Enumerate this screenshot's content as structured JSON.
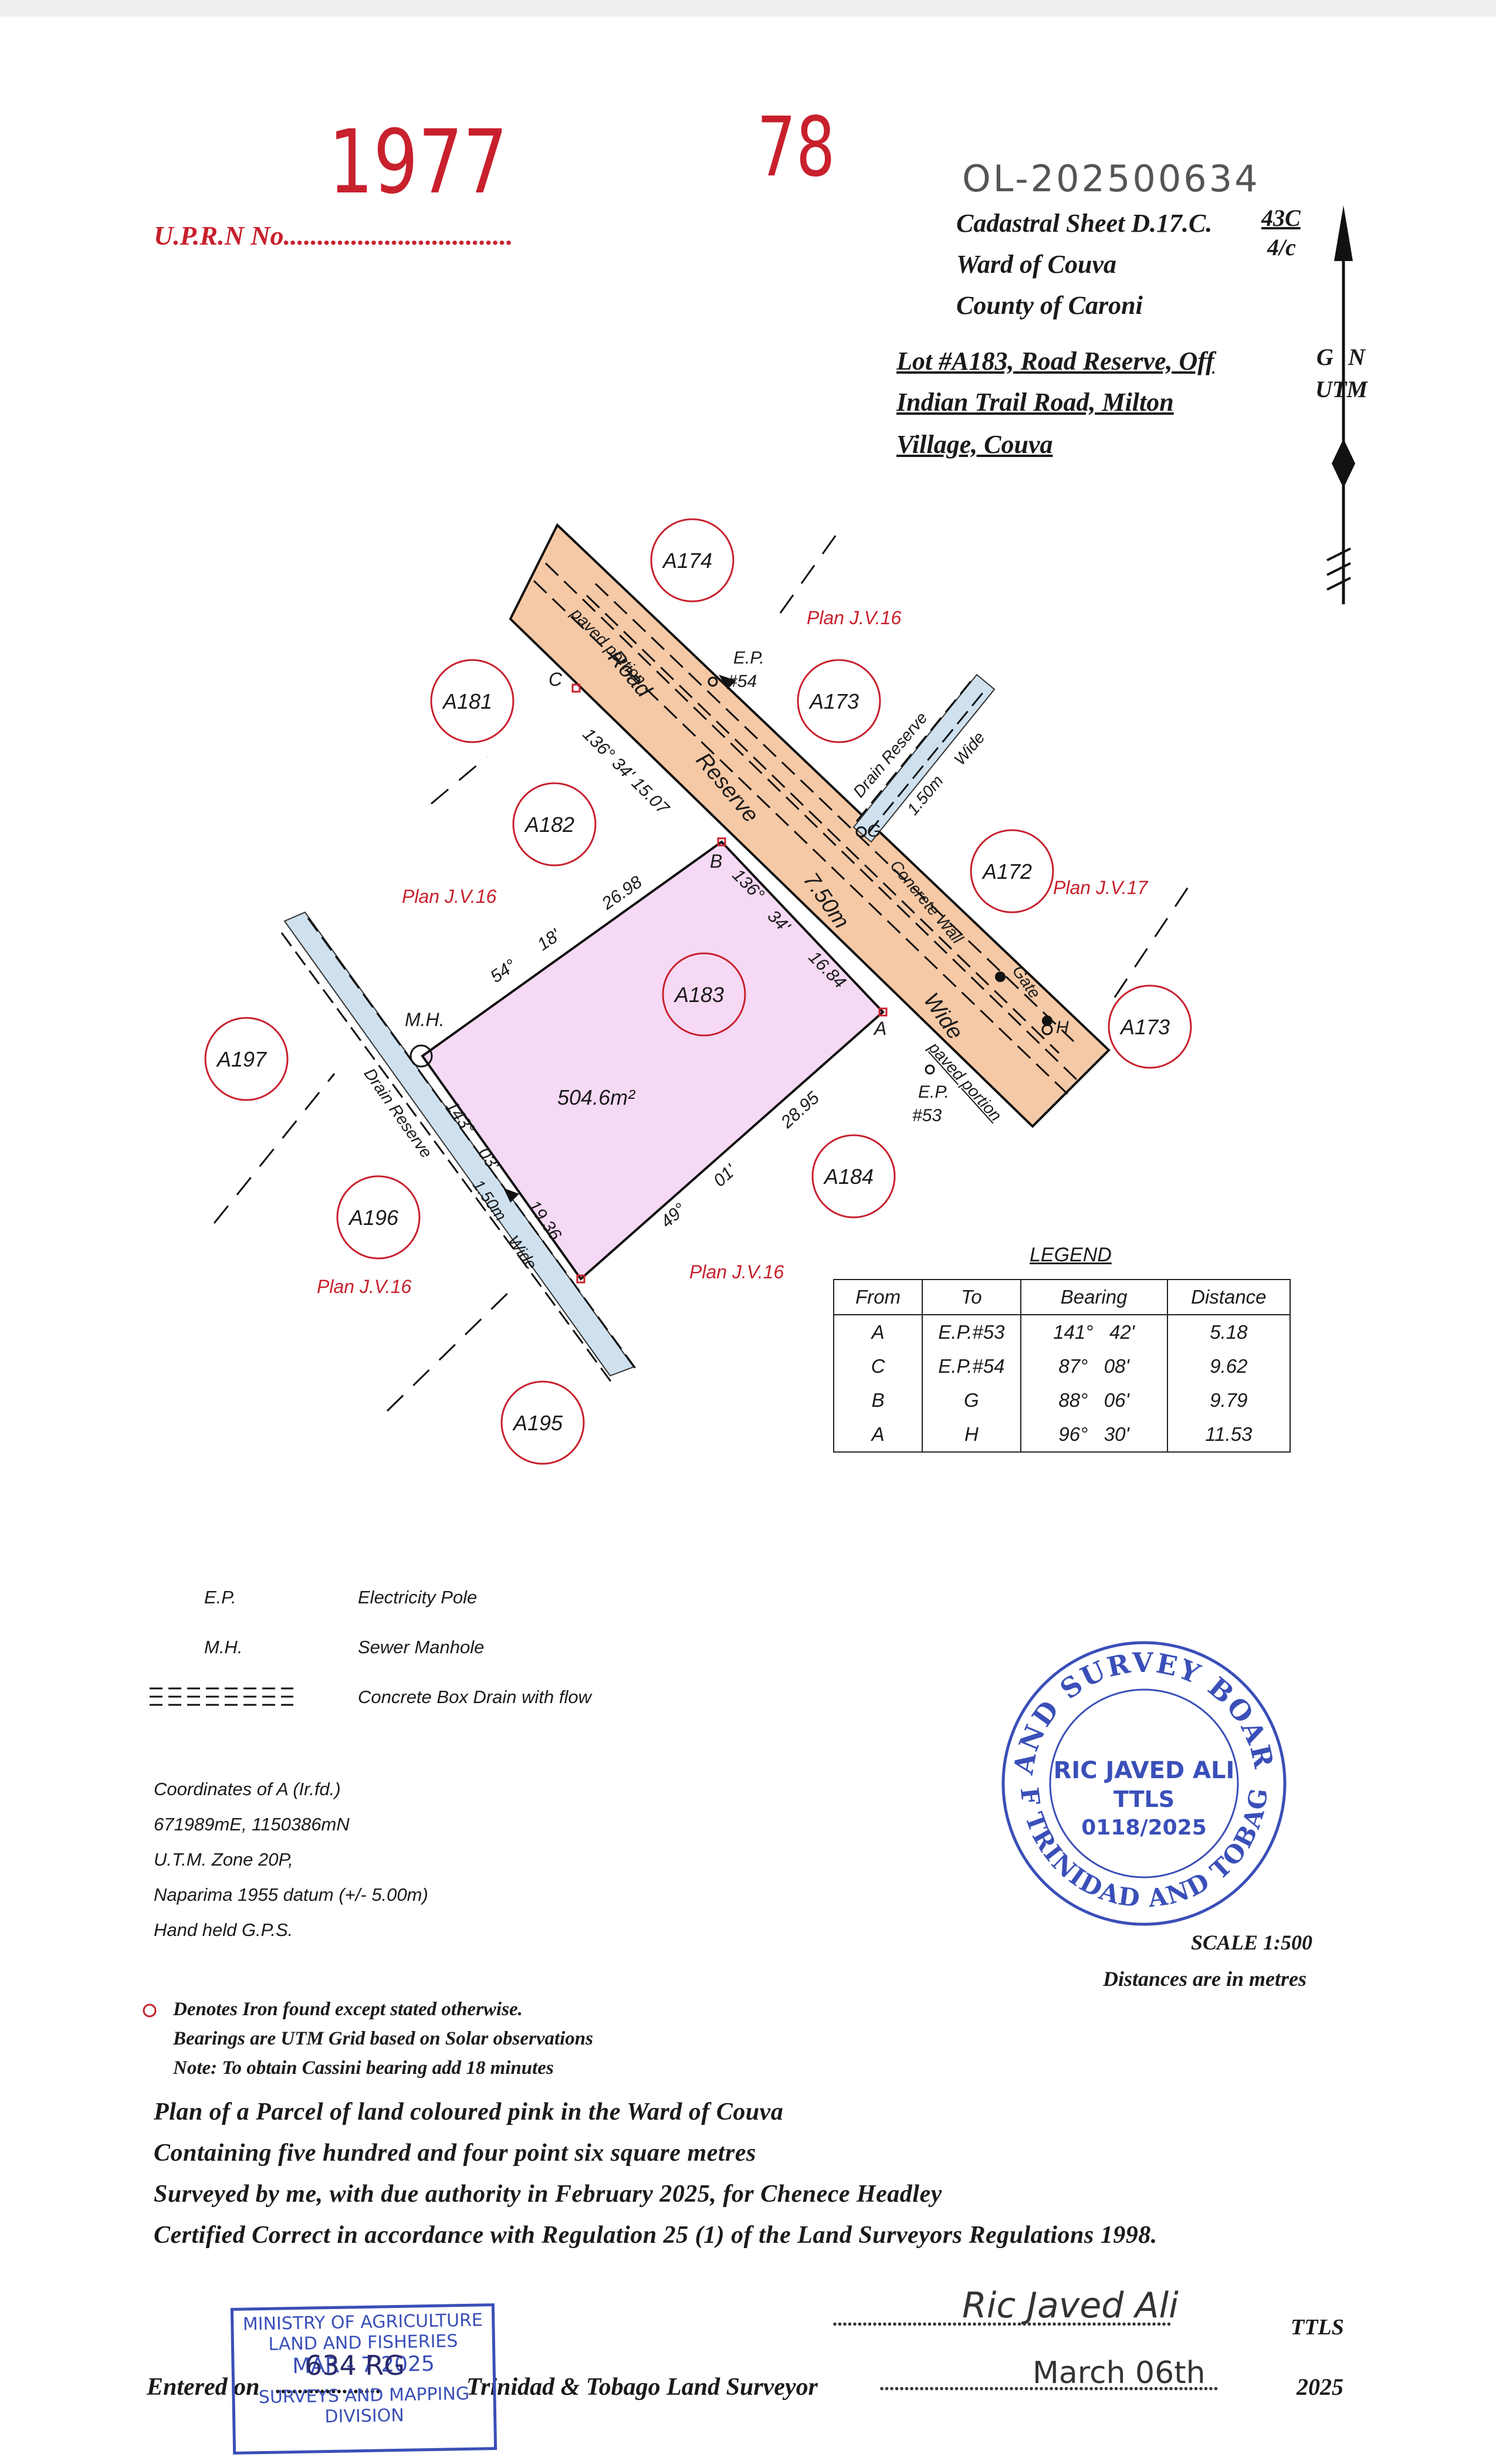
{
  "handwritten": {
    "year_number": "1977",
    "sheet_number": "78",
    "reference": "OL-202500634"
  },
  "header": {
    "uprn_label": "U.P.R.N No.",
    "uprn_dots": ".................................",
    "cadastral_sheet": "Cadastral Sheet D.17.C.",
    "sheet_fraction_top": "43C",
    "sheet_fraction_bottom": "4/c",
    "ward": "Ward of Couva",
    "county": "County of Caroni",
    "lot_line1": "Lot #A183, Road Reserve, Off",
    "lot_line2": "Indian Trail Road, Milton",
    "lot_line3": "Village, Couva"
  },
  "north_arrow": {
    "g": "G",
    "n": "N",
    "utm": "UTM"
  },
  "map": {
    "lots": [
      "A174",
      "A181",
      "A173",
      "A182",
      "A172",
      "A183",
      "A173",
      "A197",
      "A184",
      "A196",
      "A195"
    ],
    "plans": [
      "Plan J.V.16",
      "Plan J.V.16",
      "Plan J.V.17",
      "Plan J.V.16",
      "Plan J.V.16"
    ],
    "points": {
      "a": "A",
      "b": "B",
      "c": "C",
      "g": "G",
      "h": "H",
      "mh": "M.H."
    },
    "ep54": "E.P.",
    "ep54_num": "#54",
    "ep53": "E.P.",
    "ep53_num": "#53",
    "road_paved_top": "paved portion",
    "road": "Road",
    "reserve": "Reserve",
    "road_width": "7.50m",
    "wide": "Wide",
    "paved_portion_bottom": "paved portion",
    "concrete_wall": "Concrete Wall",
    "gate": "Gate",
    "drain_reserve_top": "Drain Reserve",
    "drain_top_width": "1.50m",
    "drain_top_wide": "Wide",
    "drain_reserve_left": "Drain Reserve",
    "drain_left_width": "1.50m",
    "drain_left_wide": "Wide",
    "area": "504.6m²",
    "bearing_cb": "136° 34' 15.07",
    "bearing_mhb_deg": "54°",
    "bearing_mhb_min": "18'",
    "bearing_mhb_dist": "26.98",
    "bearing_ba_deg": "136°",
    "bearing_ba_min": "34'",
    "bearing_ba_dist": "16.84",
    "bearing_a_dist": "28.95",
    "bearing_a_min": "01'",
    "bearing_a_deg": "49°",
    "bearing_mh_deg": "143°",
    "bearing_mh_min": "03'",
    "bearing_mh_dist": "19.36"
  },
  "legend": {
    "title": "LEGEND",
    "headers": [
      "From",
      "To",
      "Bearing",
      "Distance"
    ],
    "rows": [
      {
        "from": "A",
        "to": "E.P.#53",
        "deg": "141°",
        "min": "42'",
        "dist": "5.18"
      },
      {
        "from": "C",
        "to": "E.P.#54",
        "deg": "87°",
        "min": "08'",
        "dist": "9.62"
      },
      {
        "from": "B",
        "to": "G",
        "deg": "88°",
        "min": "06'",
        "dist": "9.79"
      },
      {
        "from": "A",
        "to": "H",
        "deg": "96°",
        "min": "30'",
        "dist": "11.53"
      }
    ]
  },
  "symbols": {
    "ep": "E.P.",
    "ep_desc": "Electricity Pole",
    "mh": "M.H.",
    "mh_desc": "Sewer Manhole",
    "drain_desc": "Concrete Box Drain with flow"
  },
  "coordinates": [
    "Coordinates of A (Ir.fd.)",
    "671989mE, 1150386mN",
    "U.T.M. Zone 20P,",
    "Naparima 1955 datum (+/- 5.00m)",
    "Hand held G.P.S."
  ],
  "seal": {
    "top_arc": "LAND SURVEY BOARD",
    "bottom_arc": "OF TRINIDAD AND TOBAGO",
    "name": "RIC JAVED ALI",
    "title": "TTLS",
    "number": "0118/2025"
  },
  "scale": {
    "scale": "SCALE 1:500",
    "units": "Distances are in metres"
  },
  "notes": [
    "Denotes Iron found except stated otherwise.",
    "Bearings are UTM Grid based on Solar observations",
    "Note: To obtain Cassini bearing add 18 minutes"
  ],
  "plan_text": [
    "Plan of a Parcel of land coloured pink in the Ward of Couva",
    "Containing five hundred and four point six square metres",
    "Surveyed by me, with due authority in February 2025, for Chenece Headley",
    "Certified Correct in accordance with Regulation 25 (1) of the Land Surveyors Regulations 1998."
  ],
  "signature": {
    "dots": "....................................................................",
    "signature": "Ric Javed Ali",
    "ttls": "TTLS",
    "entered": "Entered on",
    "entered_dots": "...................",
    "surveyor": "Trinidad & Tobago Land Surveyor",
    "date_dots": "....................................................................",
    "date_hw": "March 06th",
    "year": "2025"
  },
  "ministry_stamp": {
    "line1": "MINISTRY OF AGRICULTURE",
    "line2": "LAND AND FISHERIES",
    "date": "MAR - 7 2025",
    "line3": "SURVEYS AND MAPPING",
    "line4": "DIVISION",
    "handwritten": "634 RG"
  },
  "colors": {
    "road_fill": "#f6c9a6",
    "parcel_fill": "#f6d9f4",
    "drain_fill": "#cfe1ef",
    "red": "#c8202c",
    "stamp_blue": "#3a4fb8"
  }
}
